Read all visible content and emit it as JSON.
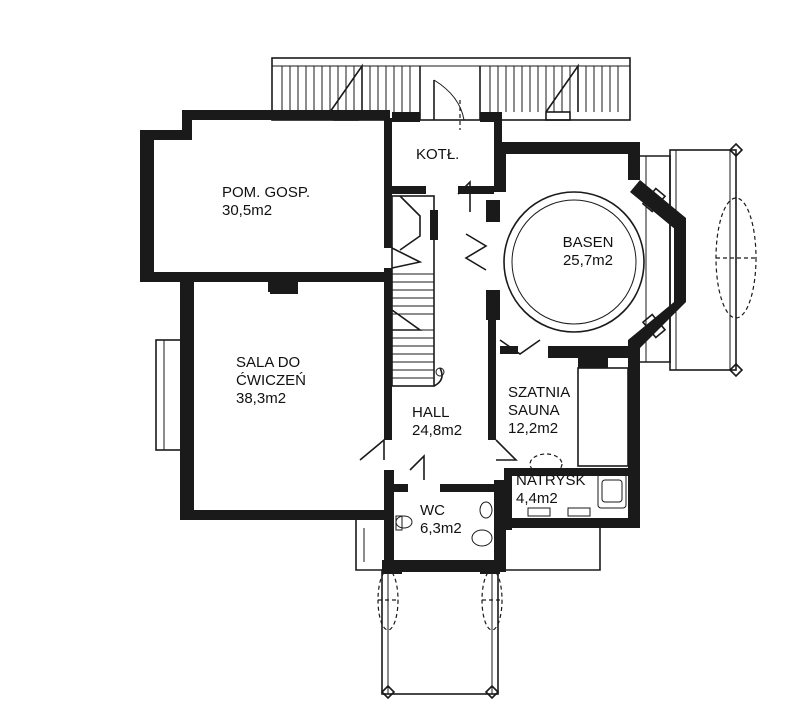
{
  "rooms": {
    "pom_gosp": {
      "name": "POM. GOSP.",
      "area": "30,5m2"
    },
    "kotl": {
      "name": "KOTŁ."
    },
    "basen": {
      "name": "BASEN",
      "area": "25,7m2"
    },
    "sala": {
      "name_line1": "SALA DO",
      "name_line2": "ĆWICZEŃ",
      "area": "38,3m2"
    },
    "hall": {
      "name": "HALL",
      "area": "24,8m2"
    },
    "szatnia": {
      "name_line1": "SZATNIA",
      "name_line2": "SAUNA",
      "area": "12,2m2"
    },
    "natrysk": {
      "name": "NATRYSK",
      "area": "4,4m2"
    },
    "wc": {
      "name": "WC",
      "area": "6,3m2"
    }
  }
}
